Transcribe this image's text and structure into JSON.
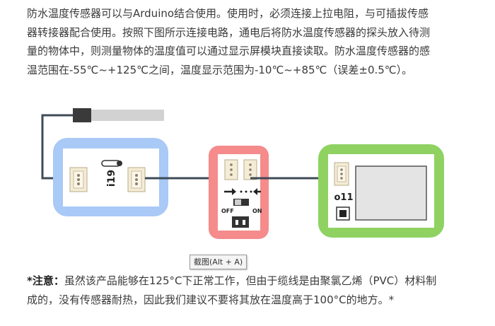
{
  "intro": {
    "line1": "防水温度传感器可以与Arduino结合使用。使用时，必须连接上拉电阻，与可插拔传感",
    "line2": "器转接器配合使用。按照下图所示连接电路，通电后将防水温度传感器的探头放入待测",
    "line3": "量的物体中，则测量物体的温度值可以通过显示屏模块直接读取。防水温度传感器的感",
    "line4": "温范围在-55℃~+125℃之间，温度显示范围为-10℃~+85℃（误差±0.5℃）。"
  },
  "diagram": {
    "adapter_label": "i19",
    "switch_off": "OFF",
    "switch_on": "ON",
    "display_label": "o11",
    "colors": {
      "blue_frame": "#a9c9f6",
      "red_frame": "#f58b8b",
      "green_frame": "#8fd262",
      "wire": "#3f4a57"
    }
  },
  "tooltip": "截图(Alt + A)",
  "note": {
    "prefix": "*注意：",
    "text1": "虽然该产品能够在125°C下正常工作，但由于缆线是由聚氯乙烯（PVC）材料制",
    "text2": "成的，没有传感器耐热，因此我们建议不要将其放在温度高于100°C的地方。*"
  }
}
